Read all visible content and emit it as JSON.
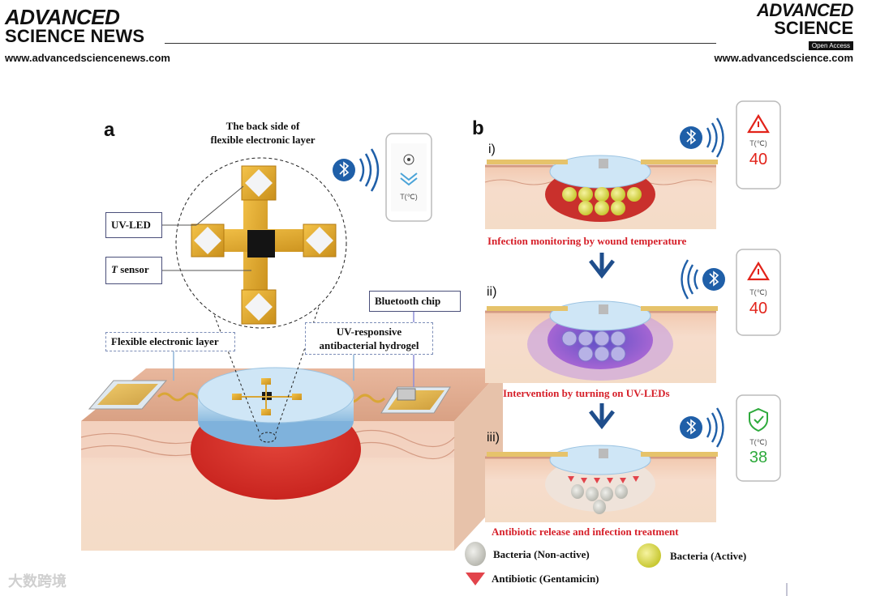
{
  "header": {
    "left_brand_line1": "ADVANCED",
    "left_brand_line2": "SCIENCE NEWS",
    "left_url": "www.advancedsciencenews.com",
    "right_brand_line1": "ADVANCED",
    "right_brand_line2": "SCIENCE",
    "right_open_access": "Open Access",
    "right_url": "www.advancedscience.com"
  },
  "panel_a": {
    "letter": "a",
    "zoom_title_line1": "The back side of",
    "zoom_title_line2": "flexible electronic layer",
    "uv_led": "UV-LED",
    "t_sensor_italic": "T",
    "t_sensor_rest": " sensor",
    "bluetooth_chip": "Bluetooth chip",
    "flexible_layer": "Flexible electronic layer",
    "hydrogel_line1": "UV-responsive",
    "hydrogel_line2": "antibacterial hydrogel",
    "phone_temp_label": "T(℃)"
  },
  "panel_b": {
    "letter": "b",
    "steps": [
      {
        "roman": "i)",
        "caption": "Infection monitoring by wound temperature",
        "phone_label": "T(℃)",
        "phone_value": "40"
      },
      {
        "roman": "ii)",
        "caption": "Intervention by turning on  UV-LEDs",
        "phone_label": "T(℃)",
        "phone_value": "40"
      },
      {
        "roman": "iii)",
        "caption": "Antibiotic release and infection treatment",
        "phone_label": "T(℃)",
        "phone_value": "38"
      }
    ]
  },
  "legend": {
    "non_active": "Bacteria (Non-active)",
    "active": "Bacteria (Active)",
    "antibiotic": "Antibiotic (Gentamicin)"
  },
  "watermark": "大数跨境",
  "colors": {
    "alert_red": "#e2231a",
    "ok_green": "#2eaa3c",
    "caption_red": "#d6202a",
    "arrow_blue": "#1f4e8c",
    "bluetooth_blue": "#1f5fa8"
  }
}
